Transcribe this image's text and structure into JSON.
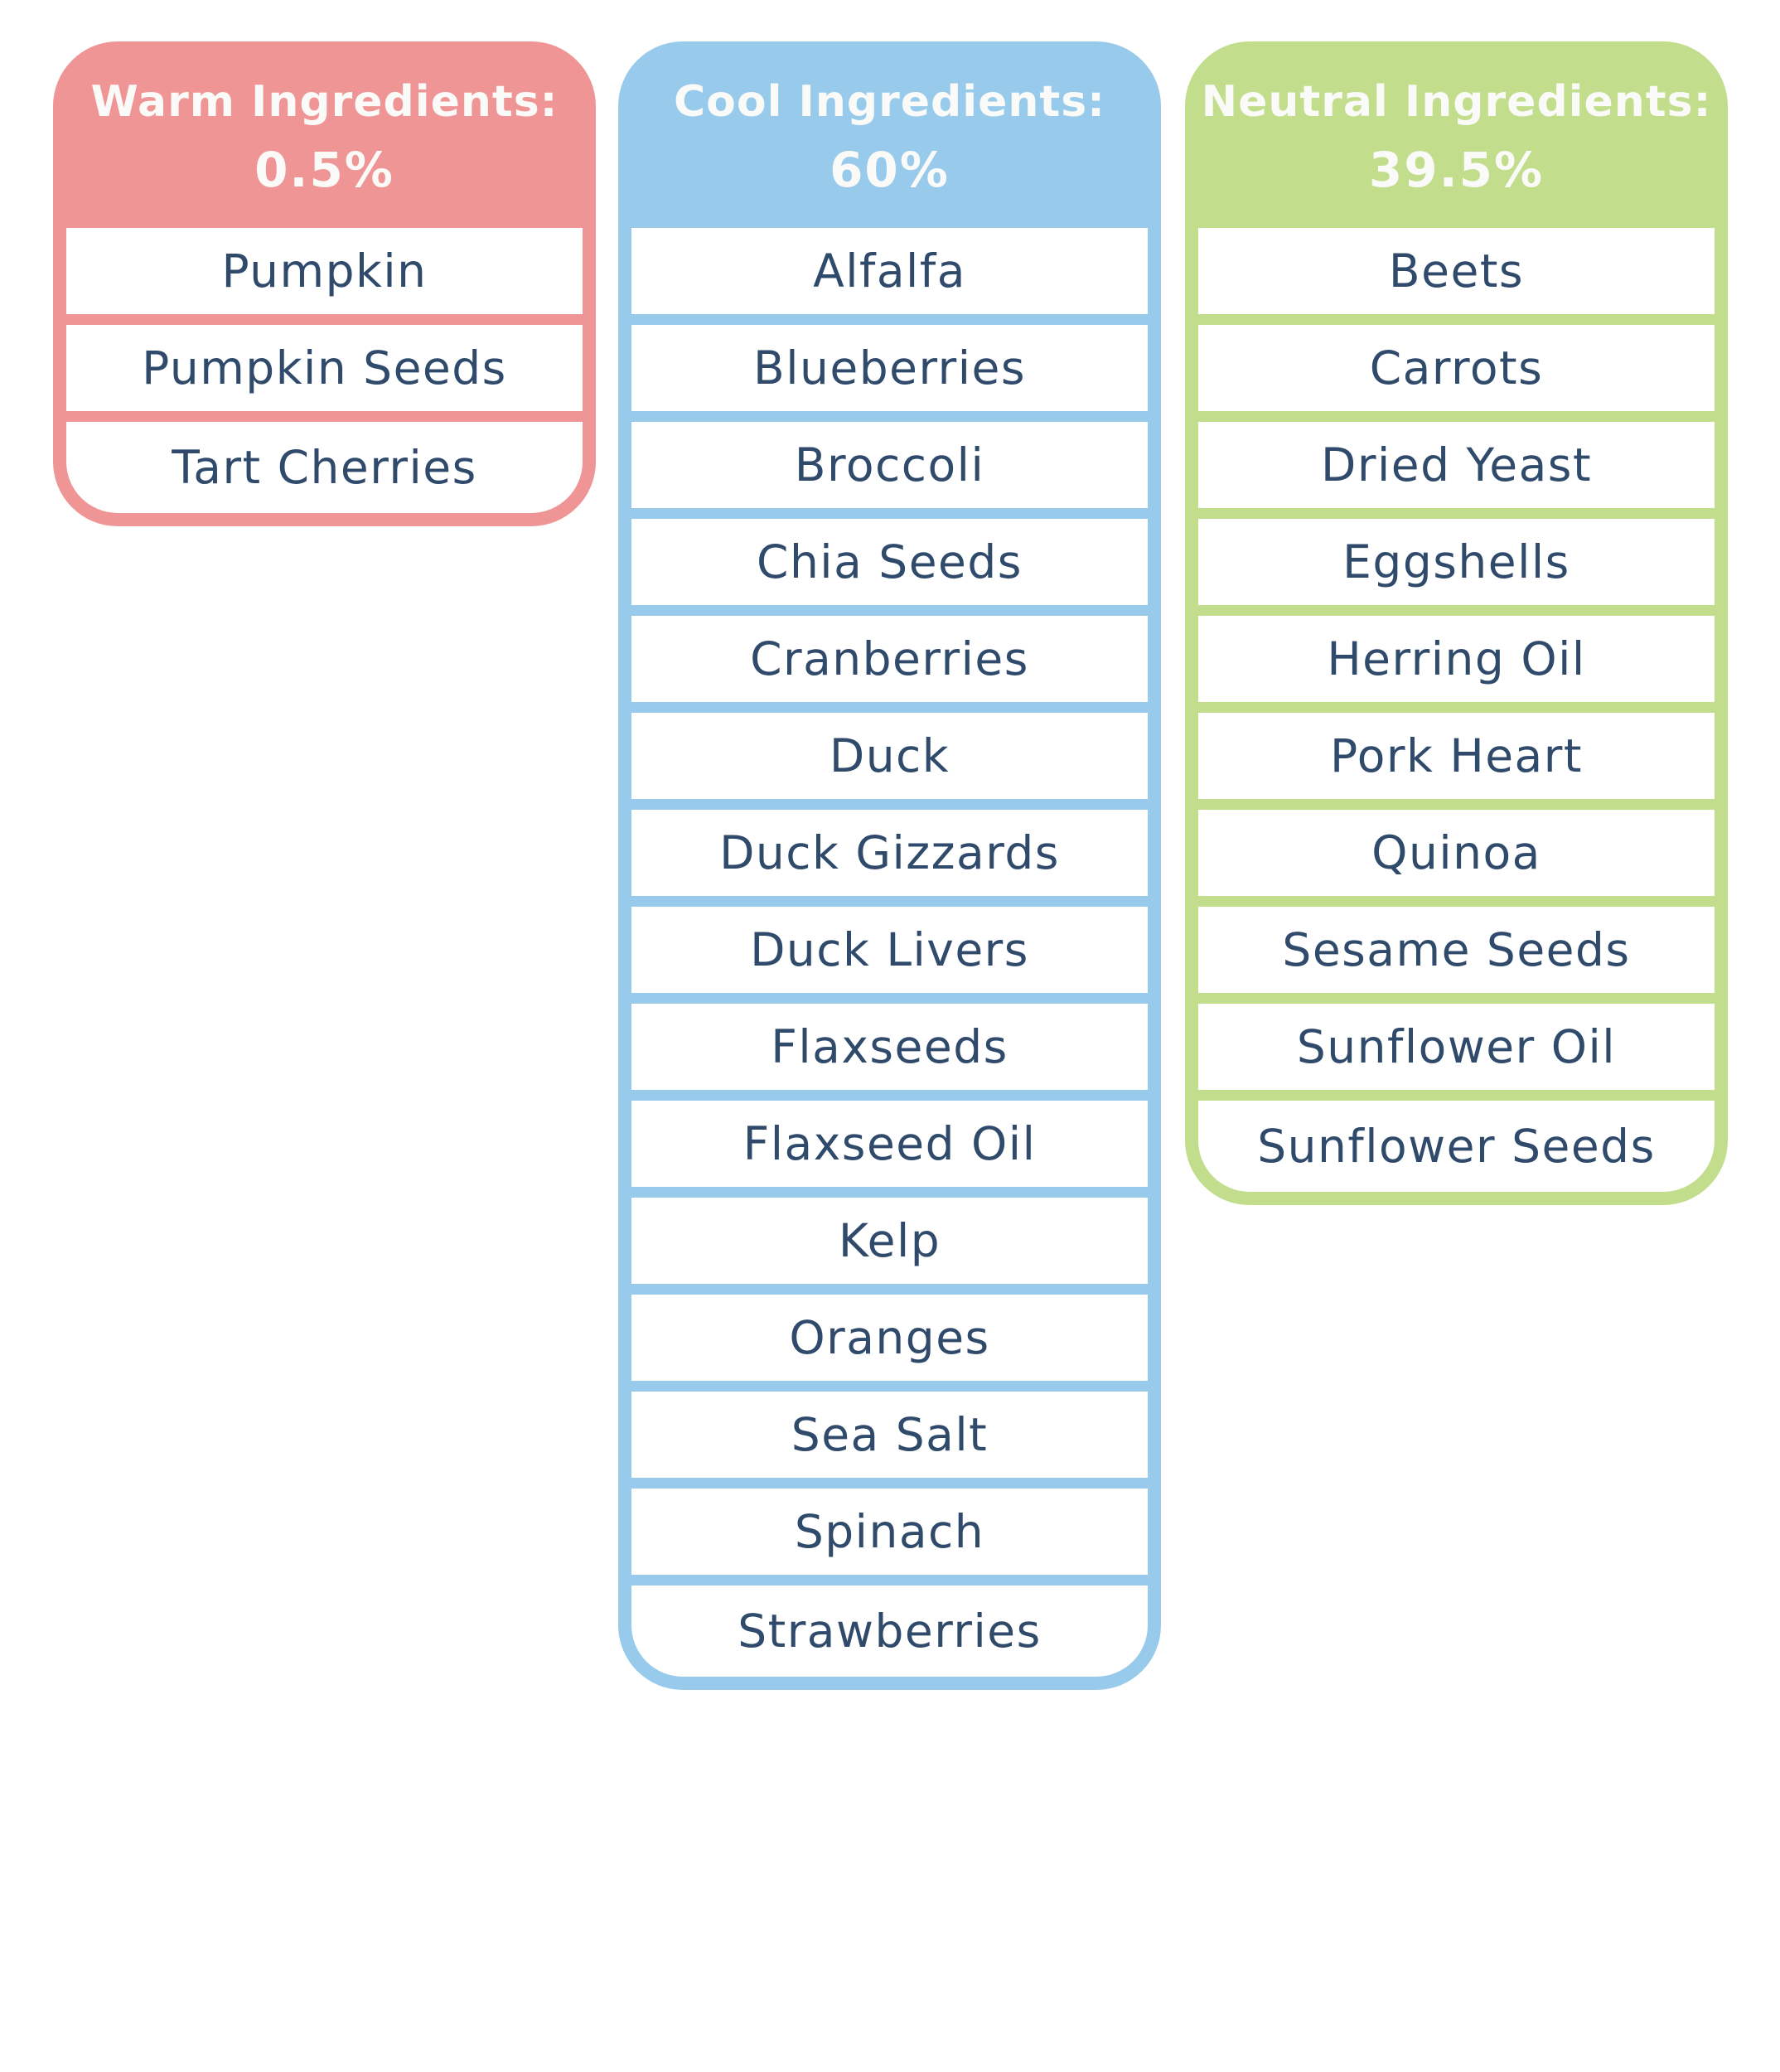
{
  "colors": {
    "warm": "#EF9595",
    "cool": "#98CAEC",
    "neutral": "#C2DD8B",
    "text": "#2F4A6B",
    "header_text": "#FAFAF8"
  },
  "cards": [
    {
      "title": "Warm Ingredients:",
      "percent": "0.5%",
      "items": [
        "Pumpkin",
        "Pumpkin Seeds",
        "Tart Cherries"
      ]
    },
    {
      "title": "Cool Ingredients:",
      "percent": "60%",
      "items": [
        "Alfalfa",
        "Blueberries",
        "Broccoli",
        "Chia Seeds",
        "Cranberries",
        "Duck",
        "Duck Gizzards",
        "Duck Livers",
        "Flaxseeds",
        "Flaxseed Oil",
        "Kelp",
        "Oranges",
        "Sea Salt",
        "Spinach",
        "Strawberries"
      ]
    },
    {
      "title": "Neutral Ingredients:",
      "percent": "39.5%",
      "items": [
        "Beets",
        "Carrots",
        "Dried Yeast",
        "Eggshells",
        "Herring Oil",
        "Pork Heart",
        "Quinoa",
        "Sesame Seeds",
        "Sunflower Oil",
        "Sunflower Seeds"
      ]
    }
  ]
}
